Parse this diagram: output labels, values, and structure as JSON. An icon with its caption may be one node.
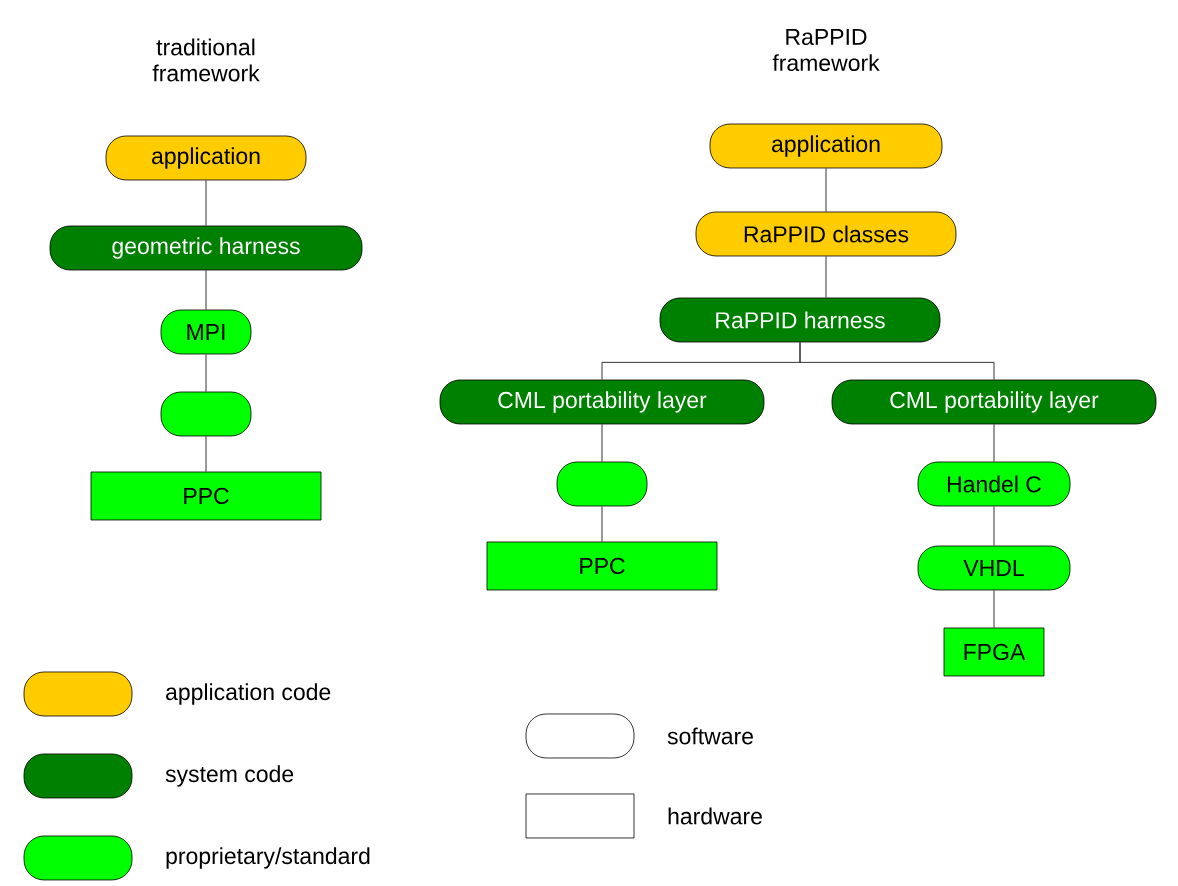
{
  "diagram": {
    "nodes": [
      {
        "text": [
          "application"
        ]
      },
      {
        "text": [
          "geometric harness"
        ]
      },
      {
        "text": [
          "MPI"
        ]
      },
      {
        "text": [],
        "shape": "box"
      },
      {
        "text": [
          "PPC"
        ]
      },
      {
        "text": [
          "application"
        ]
      },
      {
        "text": [
          "RaPPID classes"
        ]
      },
      {
        "text": [
          "RaPPID harness"
        ]
      },
      {
        "text": [
          "CML portability layer"
        ]
      },
      {
        "text": [
          "CML portability layer"
        ]
      },
      {
        "text": [],
        "shape": "box"
      },
      {
        "text": [
          "PPC"
        ]
      },
      {
        "text": [
          "Handel C"
        ]
      },
      {
        "text": [
          "VHDL"
        ]
      },
      {
        "text": [
          "FPGA"
        ]
      }
    ],
    "edges": [
      {
        "from": 0,
        "to": 1,
        "arrow": "none"
      },
      {
        "from": 1,
        "to": 2,
        "arrow": "none"
      },
      {
        "from": 2,
        "to": 3,
        "arrow": "none"
      },
      {
        "from": 3,
        "to": 4,
        "arrow": "none"
      },
      {
        "from": 5,
        "to": 6,
        "arrow": "none"
      },
      {
        "from": 6,
        "to": 7,
        "arrow": "none"
      },
      {
        "from": 7,
        "to": 8,
        "arrow": "none"
      },
      {
        "from": 7,
        "to": 9,
        "arrow": "none"
      },
      {
        "from": 8,
        "to": 10,
        "arrow": "none"
      },
      {
        "from": 10,
        "to": 11,
        "arrow": "none"
      },
      {
        "from": 9,
        "to": 12,
        "arrow": "none"
      },
      {
        "from": 12,
        "to": 13,
        "arrow": "none"
      },
      {
        "from": 13,
        "to": 14,
        "arrow": "none"
      }
    ],
    "labels": [
      "traditional framework",
      "RaPPID framework"
    ],
    "legend": [
      {
        "text": "application code",
        "color": "#ffcc00"
      },
      {
        "text": "system code",
        "color": "#008000"
      },
      {
        "text": "proprietary/standard",
        "color": "#00ff00"
      },
      {
        "text": "software"
      },
      {
        "text": "hardware"
      }
    ]
  }
}
